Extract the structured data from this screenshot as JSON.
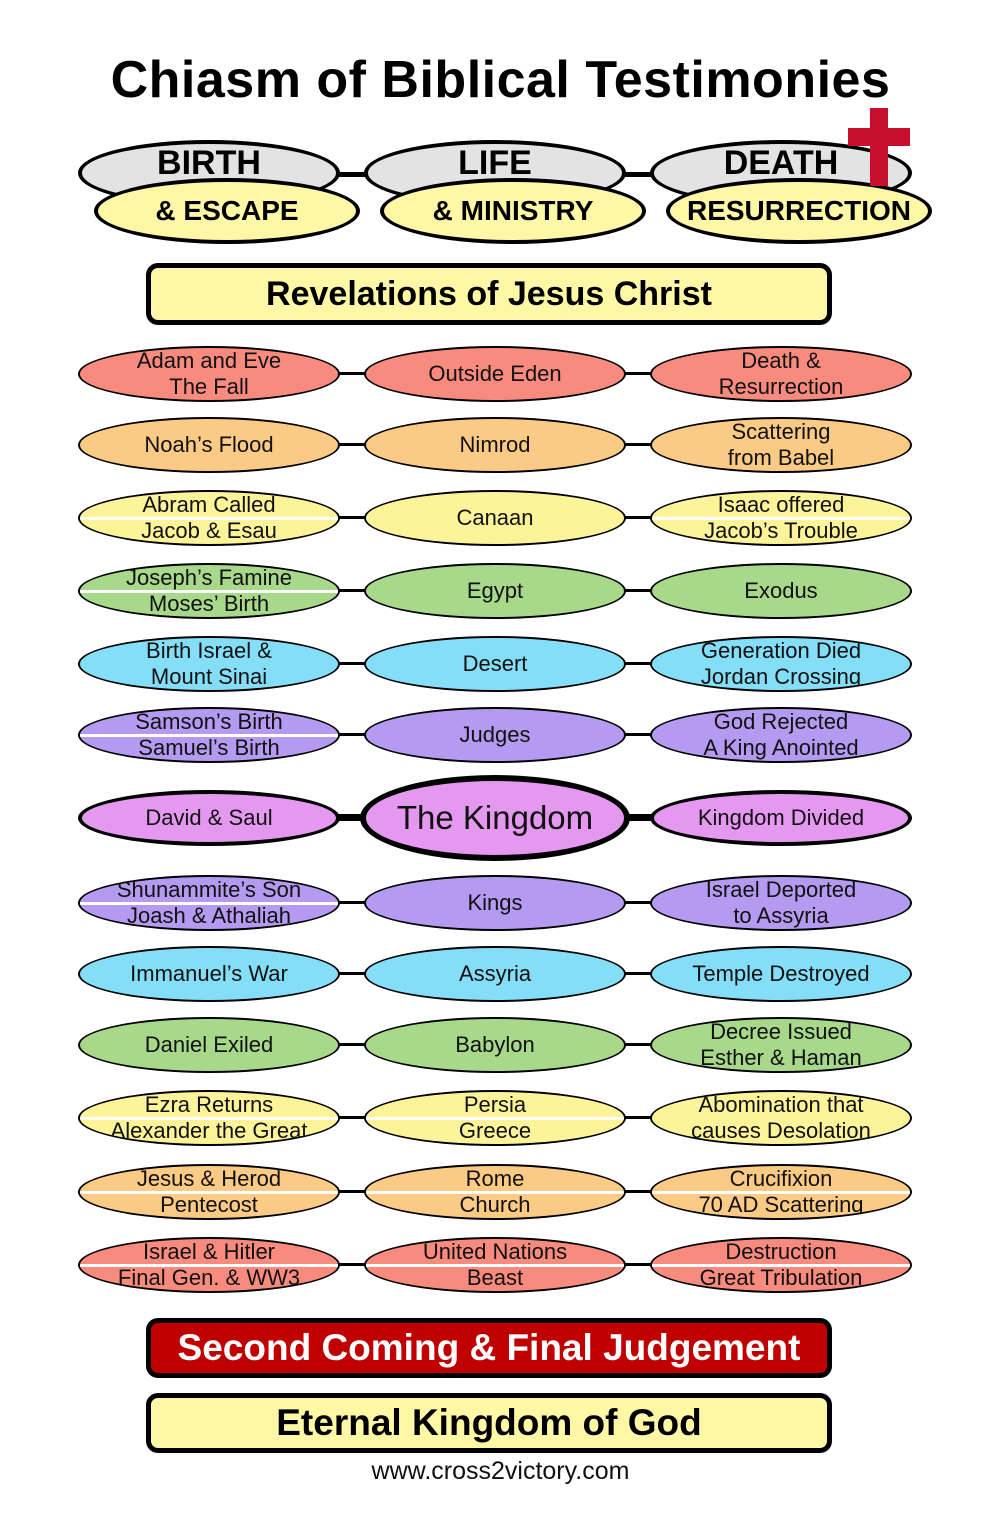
{
  "title": "Chiasm of Biblical Testimonies",
  "headers": [
    {
      "top": "BIRTH",
      "bottom": "& ESCAPE"
    },
    {
      "top": "LIFE",
      "bottom": "& MINISTRY"
    },
    {
      "top": "DEATH",
      "bottom": "RESURRECTION"
    }
  ],
  "banner_top": "Revelations of Jesus Christ",
  "rows": [
    {
      "color": "#f98a7e",
      "cells": [
        {
          "lines": [
            "Adam and Eve",
            "The Fall"
          ],
          "split": false
        },
        {
          "lines": [
            "Outside Eden"
          ],
          "split": false
        },
        {
          "lines": [
            "Death &",
            "Resurrection"
          ],
          "split": false
        }
      ]
    },
    {
      "color": "#fbca84",
      "cells": [
        {
          "lines": [
            "Noah’s Flood"
          ],
          "split": false
        },
        {
          "lines": [
            "Nimrod"
          ],
          "split": false
        },
        {
          "lines": [
            "Scattering",
            "from Babel"
          ],
          "split": false
        }
      ]
    },
    {
      "color": "#fdf49a",
      "cells": [
        {
          "lines": [
            "Abram Called",
            "Jacob & Esau"
          ],
          "split": true
        },
        {
          "lines": [
            "Canaan"
          ],
          "split": false
        },
        {
          "lines": [
            "Isaac offered",
            "Jacob’s Trouble"
          ],
          "split": true
        }
      ]
    },
    {
      "color": "#a8d88a",
      "cells": [
        {
          "lines": [
            "Joseph’s Famine",
            "Moses’ Birth"
          ],
          "split": true
        },
        {
          "lines": [
            "Egypt"
          ],
          "split": false
        },
        {
          "lines": [
            "Exodus"
          ],
          "split": false
        }
      ]
    },
    {
      "color": "#84def8",
      "cells": [
        {
          "lines": [
            "Birth Israel &",
            "Mount Sinai"
          ],
          "split": false
        },
        {
          "lines": [
            "Desert"
          ],
          "split": false
        },
        {
          "lines": [
            "Generation Died",
            "Jordan Crossing"
          ],
          "split": false
        }
      ]
    },
    {
      "color": "#b49af0",
      "cells": [
        {
          "lines": [
            "Samson’s Birth",
            "Samuel’s Birth"
          ],
          "split": true
        },
        {
          "lines": [
            "Judges"
          ],
          "split": false
        },
        {
          "lines": [
            "God Rejected",
            "A King Anointed"
          ],
          "split": false
        }
      ]
    },
    {
      "color": "#e598f0",
      "center": true,
      "cells": [
        {
          "lines": [
            "David & Saul"
          ],
          "split": false
        },
        {
          "lines": [
            "The Kingdom"
          ],
          "split": false
        },
        {
          "lines": [
            "Kingdom Divided"
          ],
          "split": false
        }
      ]
    },
    {
      "color": "#b49af0",
      "cells": [
        {
          "lines": [
            "Shunammite’s Son",
            "Joash & Athaliah"
          ],
          "split": true
        },
        {
          "lines": [
            "Kings"
          ],
          "split": false
        },
        {
          "lines": [
            "Israel Deported",
            "to Assyria"
          ],
          "split": false
        }
      ]
    },
    {
      "color": "#84def8",
      "cells": [
        {
          "lines": [
            "Immanuel’s War"
          ],
          "split": false
        },
        {
          "lines": [
            "Assyria"
          ],
          "split": false
        },
        {
          "lines": [
            "Temple Destroyed"
          ],
          "split": false
        }
      ]
    },
    {
      "color": "#a8d88a",
      "cells": [
        {
          "lines": [
            "Daniel Exiled"
          ],
          "split": false
        },
        {
          "lines": [
            "Babylon"
          ],
          "split": false
        },
        {
          "lines": [
            "Decree Issued",
            "Esther & Haman"
          ],
          "split": false
        }
      ]
    },
    {
      "color": "#fdf49a",
      "cells": [
        {
          "lines": [
            "Ezra Returns",
            "Alexander the Great"
          ],
          "split": true
        },
        {
          "lines": [
            "Persia",
            "Greece"
          ],
          "split": true
        },
        {
          "lines": [
            "Abomination that",
            "causes Desolation"
          ],
          "split": false
        }
      ]
    },
    {
      "color": "#fbca84",
      "cells": [
        {
          "lines": [
            "Jesus & Herod",
            "Pentecost"
          ],
          "split": true
        },
        {
          "lines": [
            "Rome",
            "Church"
          ],
          "split": true
        },
        {
          "lines": [
            "Crucifixion",
            "70 AD Scattering"
          ],
          "split": true
        }
      ]
    },
    {
      "color": "#f98a7e",
      "cells": [
        {
          "lines": [
            "Israel & Hitler",
            "Final Gen. & WW3"
          ],
          "split": true
        },
        {
          "lines": [
            "United Nations",
            "Beast"
          ],
          "split": true
        },
        {
          "lines": [
            "Destruction",
            "Great Tribulation"
          ],
          "split": true
        }
      ]
    }
  ],
  "banner_second": "Second Coming & Final Judgement",
  "banner_eternal": "Eternal Kingdom of God",
  "footer": "www.cross2victory.com"
}
